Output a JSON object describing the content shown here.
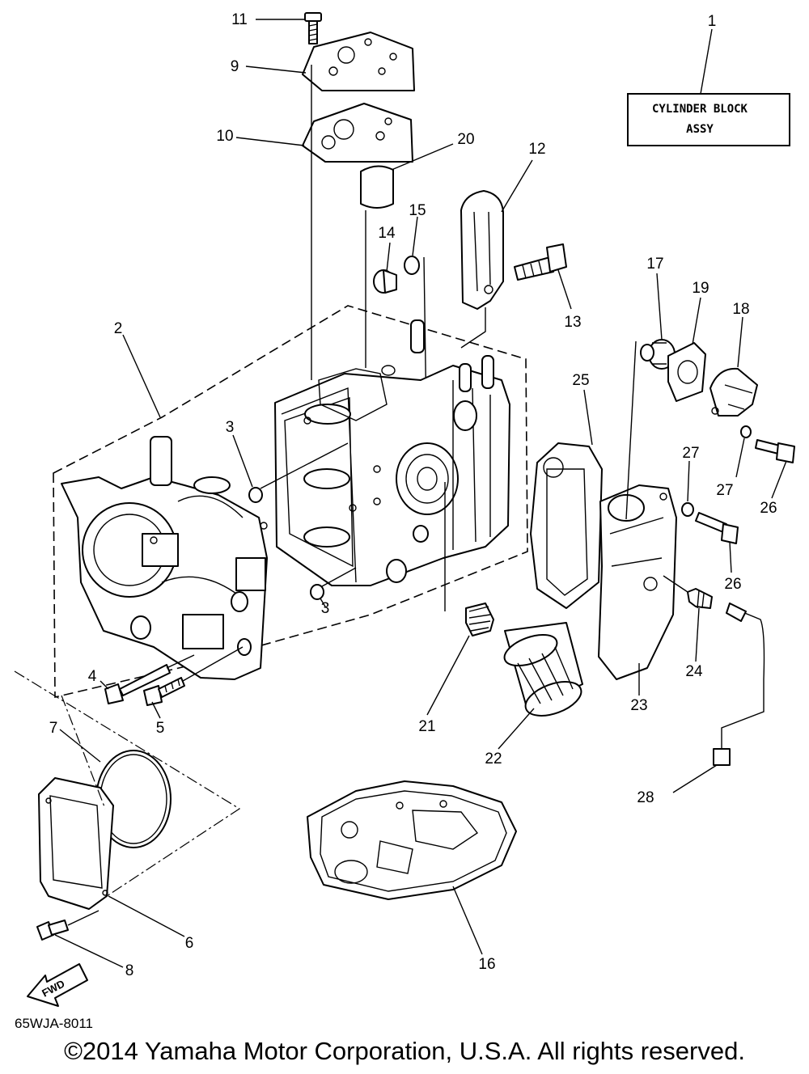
{
  "title_box": {
    "line1": "CYLINDER BLOCK",
    "line2": "ASSY"
  },
  "fwd_label": "FWD",
  "ref_code": "65WJA-8011",
  "copyright": "©2014 Yamaha Motor Corporation, U.S.A. All rights reserved.",
  "callouts": {
    "c1": "1",
    "c2": "2",
    "c3a": "3",
    "c3b": "3",
    "c4": "4",
    "c5": "5",
    "c6": "6",
    "c7": "7",
    "c8": "8",
    "c9": "9",
    "c10": "10",
    "c11": "11",
    "c12": "12",
    "c13": "13",
    "c14": "14",
    "c15": "15",
    "c16": "16",
    "c17": "17",
    "c18": "18",
    "c19": "19",
    "c20": "20",
    "c21": "21",
    "c22": "22",
    "c23": "23",
    "c24": "24",
    "c25": "25",
    "c26a": "26",
    "c26b": "26",
    "c27a": "27",
    "c27b": "27",
    "c28": "28"
  }
}
